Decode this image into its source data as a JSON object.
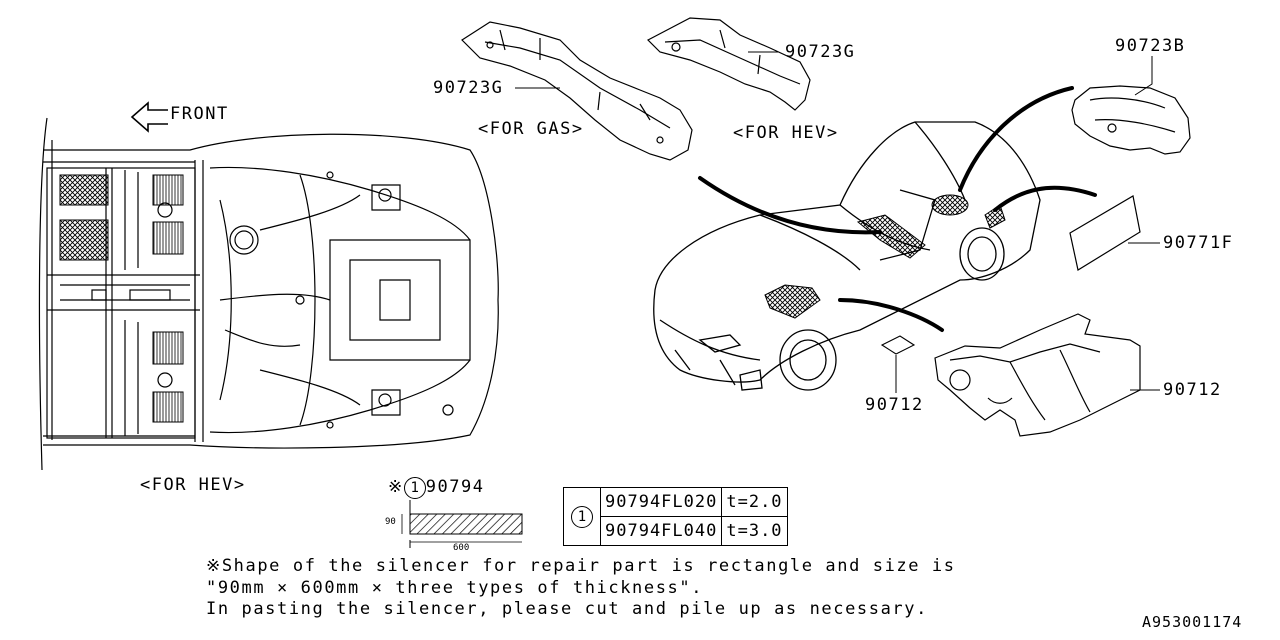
{
  "front_label": "FRONT",
  "parts": {
    "p90723g_gas": "90723G",
    "p90723g_hev": "90723G",
    "p90723b": "90723B",
    "p90771f": "90771F",
    "p90712_a": "90712",
    "p90712_b": "90712",
    "p90794": "90794"
  },
  "captions": {
    "for_gas": "<FOR GAS>",
    "for_hev_top": "<FOR HEV>",
    "for_hev_floor": "<FOR HEV>"
  },
  "silencer_mark": "※",
  "circled_one": "1",
  "dims": {
    "height": "90",
    "width": "600"
  },
  "table": {
    "rows": [
      {
        "part": "90794FL020",
        "thickness": "t=2.0"
      },
      {
        "part": "90794FL040",
        "thickness": "t=3.0"
      }
    ]
  },
  "notes": {
    "line1": "※Shape of the silencer for repair part is rectangle and size is",
    "line2": "\"90mm × 600mm × three types of thickness\".",
    "line3": " In pasting the silencer, please cut and pile up as necessary."
  },
  "diagram_id": "A953001174"
}
